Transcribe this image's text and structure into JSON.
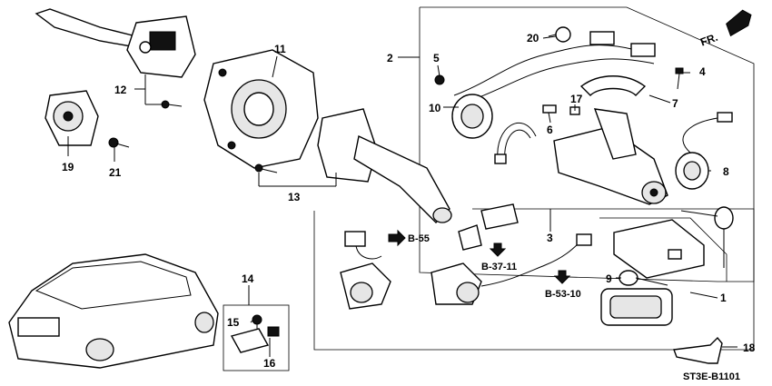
{
  "direction_label": "FR.",
  "diagram_code": "ST3E-B1101",
  "callouts": [
    "1",
    "2",
    "3",
    "4",
    "5",
    "6",
    "7",
    "8",
    "9",
    "10",
    "11",
    "12",
    "13",
    "14",
    "15",
    "16",
    "17",
    "18",
    "19",
    "20",
    "21"
  ],
  "references": [
    "B-55",
    "B-37-11",
    "B-53-10"
  ]
}
